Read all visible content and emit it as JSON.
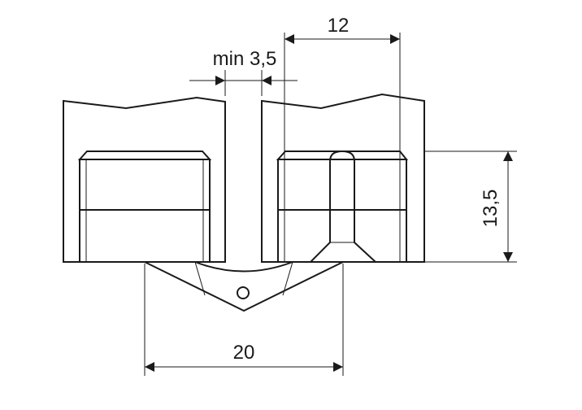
{
  "dimensions": {
    "width_top": "12",
    "gap": "min 3,5",
    "depth": "13,5",
    "connector_width": "20"
  },
  "colors": {
    "wood": "#fbebcc",
    "insert_face": "#d6d6d6",
    "insert_top": "#e6e6e6",
    "connector": "#d2d2d2",
    "line": "#1a1a1a"
  }
}
